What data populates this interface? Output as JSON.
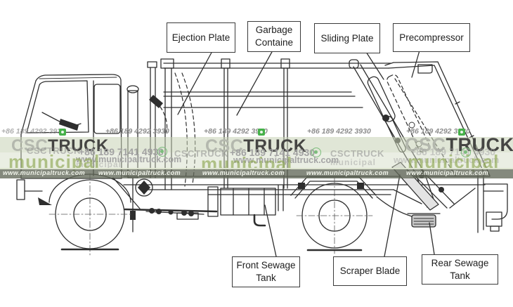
{
  "diagram": {
    "title": "garbage compactor truck parts diagram",
    "labels": [
      {
        "id": "ejection-plate",
        "lines": [
          "Ejection Plate"
        ]
      },
      {
        "id": "garbage-container",
        "lines": [
          "Garbage",
          "Containe"
        ]
      },
      {
        "id": "sliding-plate",
        "lines": [
          "Sliding Plate"
        ]
      },
      {
        "id": "precompressor",
        "lines": [
          "Precompressor"
        ]
      },
      {
        "id": "front-sewage-tank",
        "lines": [
          "Front Sewage",
          "Tank"
        ]
      },
      {
        "id": "scraper-blade",
        "lines": [
          "Scraper Blade"
        ]
      },
      {
        "id": "rear-sewage-tank",
        "lines": [
          "Rear Sewage",
          "Tank"
        ]
      }
    ]
  },
  "watermark": {
    "phone_top": "+86 189 4292 3930",
    "phone_mid": "+86 189 7141 4930",
    "website": "www.municipaltruck.com",
    "brand_csc": "CSC",
    "brand_truck": "TRUCK",
    "brand_full": "CSCTRUCK",
    "brand_municipal": "municipal",
    "colors": {
      "band_light_green": "#cdd6bd",
      "band_dark_olive": "#62685a",
      "municipal_green": "#8fa854",
      "whatsapp_green": "#46b14a",
      "logo_gray": "#b4b8ae",
      "logo_dark": "#454543",
      "phone_gray": "#8d8d8d"
    }
  }
}
